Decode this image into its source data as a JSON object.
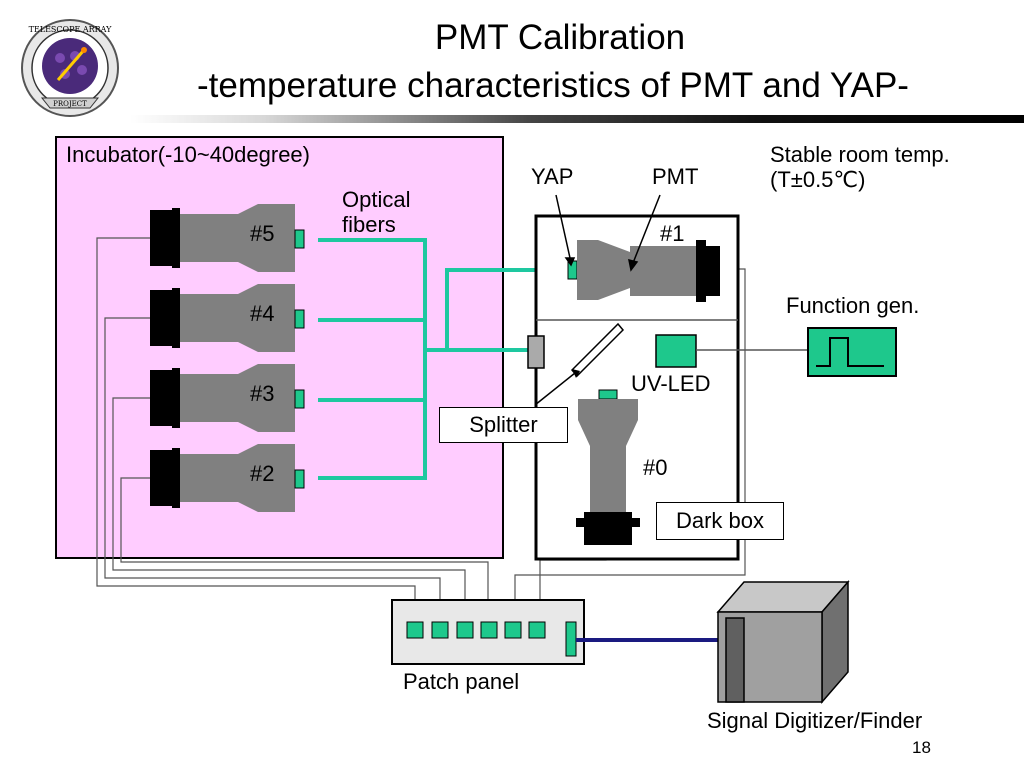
{
  "slide": {
    "title_line1": "PMT Calibration",
    "title_line2": "-temperature characteristics of PMT and YAP-",
    "page_number": "18",
    "logo_text": [
      "TELESCOPE ARRAY",
      "PROJECT"
    ]
  },
  "incubator": {
    "label": "Incubator(-10~40degree)",
    "pmts": [
      "#5",
      "#4",
      "#3",
      "#2"
    ]
  },
  "labels": {
    "optical_fibers": [
      "Optical",
      "fibers"
    ],
    "yap": "YAP",
    "pmt": "PMT",
    "stable_room": [
      "Stable room temp.",
      "(T±0.5℃)"
    ],
    "pmt1": "#1",
    "function_gen": "Function gen.",
    "uv_led": "UV-LED",
    "splitter": "Splitter",
    "pmt0": "#0",
    "dark_box": "Dark box",
    "patch_panel": "Patch panel",
    "digitizer": "Signal Digitizer/Finder"
  },
  "colors": {
    "incubator_fill": "#ffccff",
    "fiber": "#1ec8a0",
    "pmt_gray": "#808080",
    "yap_green": "#1ec88c",
    "cable_navy": "#1a1a80"
  }
}
